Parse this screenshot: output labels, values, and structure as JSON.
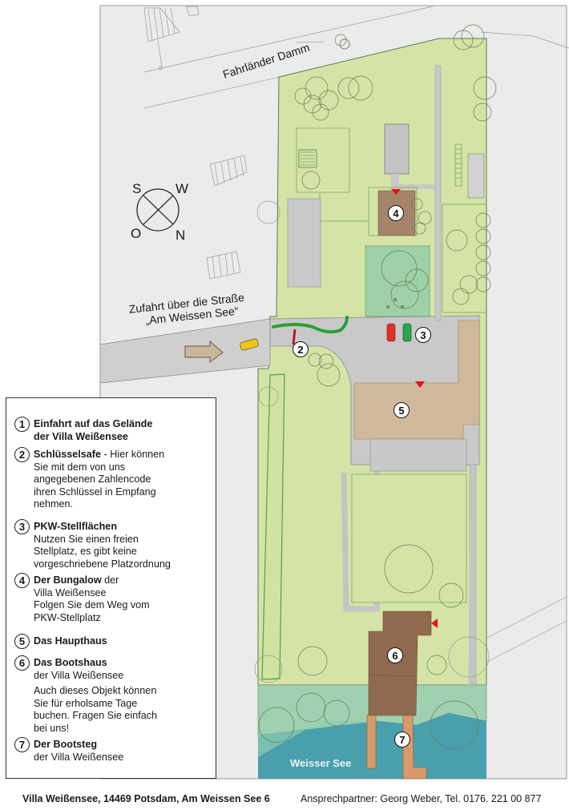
{
  "map": {
    "streets": {
      "north_street": "Fahrländer Damm",
      "access_street_line1": "Zufahrt über die Straße",
      "access_street_line2": "„Am Weissen See“"
    },
    "compass": {
      "top_left": "S",
      "top_right": "W",
      "bottom_left": "O",
      "bottom_right": "N"
    },
    "lake_label": "Weisser See",
    "markers": [
      {
        "num": "2"
      },
      {
        "num": "3"
      },
      {
        "num": "4"
      },
      {
        "num": "5"
      },
      {
        "num": "6"
      },
      {
        "num": "7"
      }
    ],
    "colors": {
      "background": "#ebebeb",
      "lawn": "#d4e4a6",
      "meadow_dark": "#9fd1a6",
      "paved": "#c8c8c8",
      "building_main": "#d0b89a",
      "building_bungalow": "#a4846a",
      "boathouse": "#8f6a4e",
      "jetty": "#d99a6a",
      "lake": "#4a9fac",
      "entrance_marker": "#e0141b",
      "hedge": "#2aa035",
      "key_safe": "#b31b2e",
      "car_red": "#e0302a",
      "car_green": "#2aa84b",
      "car_yellow": "#f2c413"
    }
  },
  "legend": {
    "items": [
      {
        "num": "1",
        "title": "Einfahrt auf das Gelände",
        "title2": "der Villa Weißensee",
        "text": ""
      },
      {
        "num": "2",
        "title": "Schlüsselsafe",
        "title_suffix": " - Hier können",
        "lines": [
          "Sie mit dem von uns",
          "angegebenen Zahlencode",
          "ihren Schlüssel in Empfang",
          "nehmen."
        ]
      },
      {
        "num": "3",
        "title": "PKW-Stellflächen",
        "lines": [
          "Nutzen Sie einen freien",
          "Stellplatz, es gibt keine",
          "vorgeschriebene Platzordnung"
        ]
      },
      {
        "num": "4",
        "title": "Der Bungalow",
        "title_suffix": " der",
        "lines": [
          "Villa Weißensee",
          "Folgen Sie dem Weg vom",
          "PKW-Stellplatz"
        ]
      },
      {
        "num": "5",
        "title": "Das Haupthaus",
        "lines": []
      },
      {
        "num": "6",
        "title": "Das Bootshaus",
        "lines": [
          "der Villa Weißensee"
        ],
        "lines2": [
          "Auch dieses Objekt können",
          "Sie für erholsame Tage",
          "buchen. Fragen Sie einfach",
          "bei uns!"
        ]
      },
      {
        "num": "7",
        "title": "Der Bootsteg",
        "lines": [
          "der Villa Weißensee"
        ]
      }
    ]
  },
  "footer": {
    "address": "Villa Weißensee, 14469 Potsdam, Am Weissen See 6",
    "contact": "Ansprechpartner: Georg Weber, Tel. 0176. 221 00 877"
  }
}
